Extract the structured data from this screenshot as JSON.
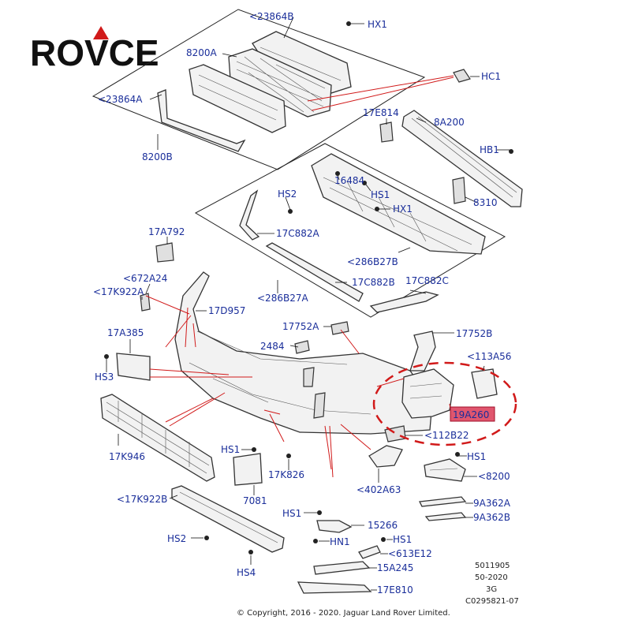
{
  "logo": {
    "text": "ROVCE",
    "accent_color": "#d11a1a"
  },
  "highlight": {
    "part": "19A260",
    "fill_color": "#e0566e",
    "ring_color": "#d11a1a"
  },
  "labels": {
    "l_23864B": "<23864B",
    "l_HX1_top": "HX1",
    "l_8200A": "8200A",
    "l_HC1": "HC1",
    "l_23864A": "<23864A",
    "l_8200B": "8200B",
    "l_17E814": "17E814",
    "l_8A200": "8A200",
    "l_HB1": "HB1",
    "l_16484": "16484",
    "l_HS1_a": "HS1",
    "l_HS2_a": "HS2",
    "l_HX1_mid": "HX1",
    "l_8310": "8310",
    "l_17C882A": "17C882A",
    "l_17A792": "17A792",
    "l_286B27B": "<286B27B",
    "l_672A24": "<672A24",
    "l_17K922A": "<17K922A",
    "l_17C882B": "17C882B",
    "l_17C882C": "17C882C",
    "l_286B27A": "<286B27A",
    "l_17D957": "17D957",
    "l_17752A": "17752A",
    "l_17752B": "17752B",
    "l_17A385": "17A385",
    "l_2484": "2484",
    "l_113A56": "<113A56",
    "l_HS3": "HS3",
    "l_19A260": "19A260",
    "l_112B22": "<112B22",
    "l_HS1_b": "HS1",
    "l_17K946": "17K946",
    "l_17K826": "17K826",
    "l_HS1_c": "HS1",
    "l_8200": "<8200",
    "l_402A63": "<402A63",
    "l_7081": "7081",
    "l_17K922B": "<17K922B",
    "l_9A362A": "9A362A",
    "l_9A362B": "9A362B",
    "l_HS1_d": "HS1",
    "l_15266": "15266",
    "l_HS2_b": "HS2",
    "l_HN1": "HN1",
    "l_HS1_e": "HS1",
    "l_613E12": "<613E12",
    "l_15A245": "15A245",
    "l_HS4": "HS4",
    "l_17E810": "17E810"
  },
  "reference": {
    "line1": "5011905",
    "line2": "50-2020",
    "line3": "3G",
    "line4": "C0295821-07"
  },
  "copyright": "© Copyright, 2016 - 2020. Jaguar Land Rover Limited."
}
